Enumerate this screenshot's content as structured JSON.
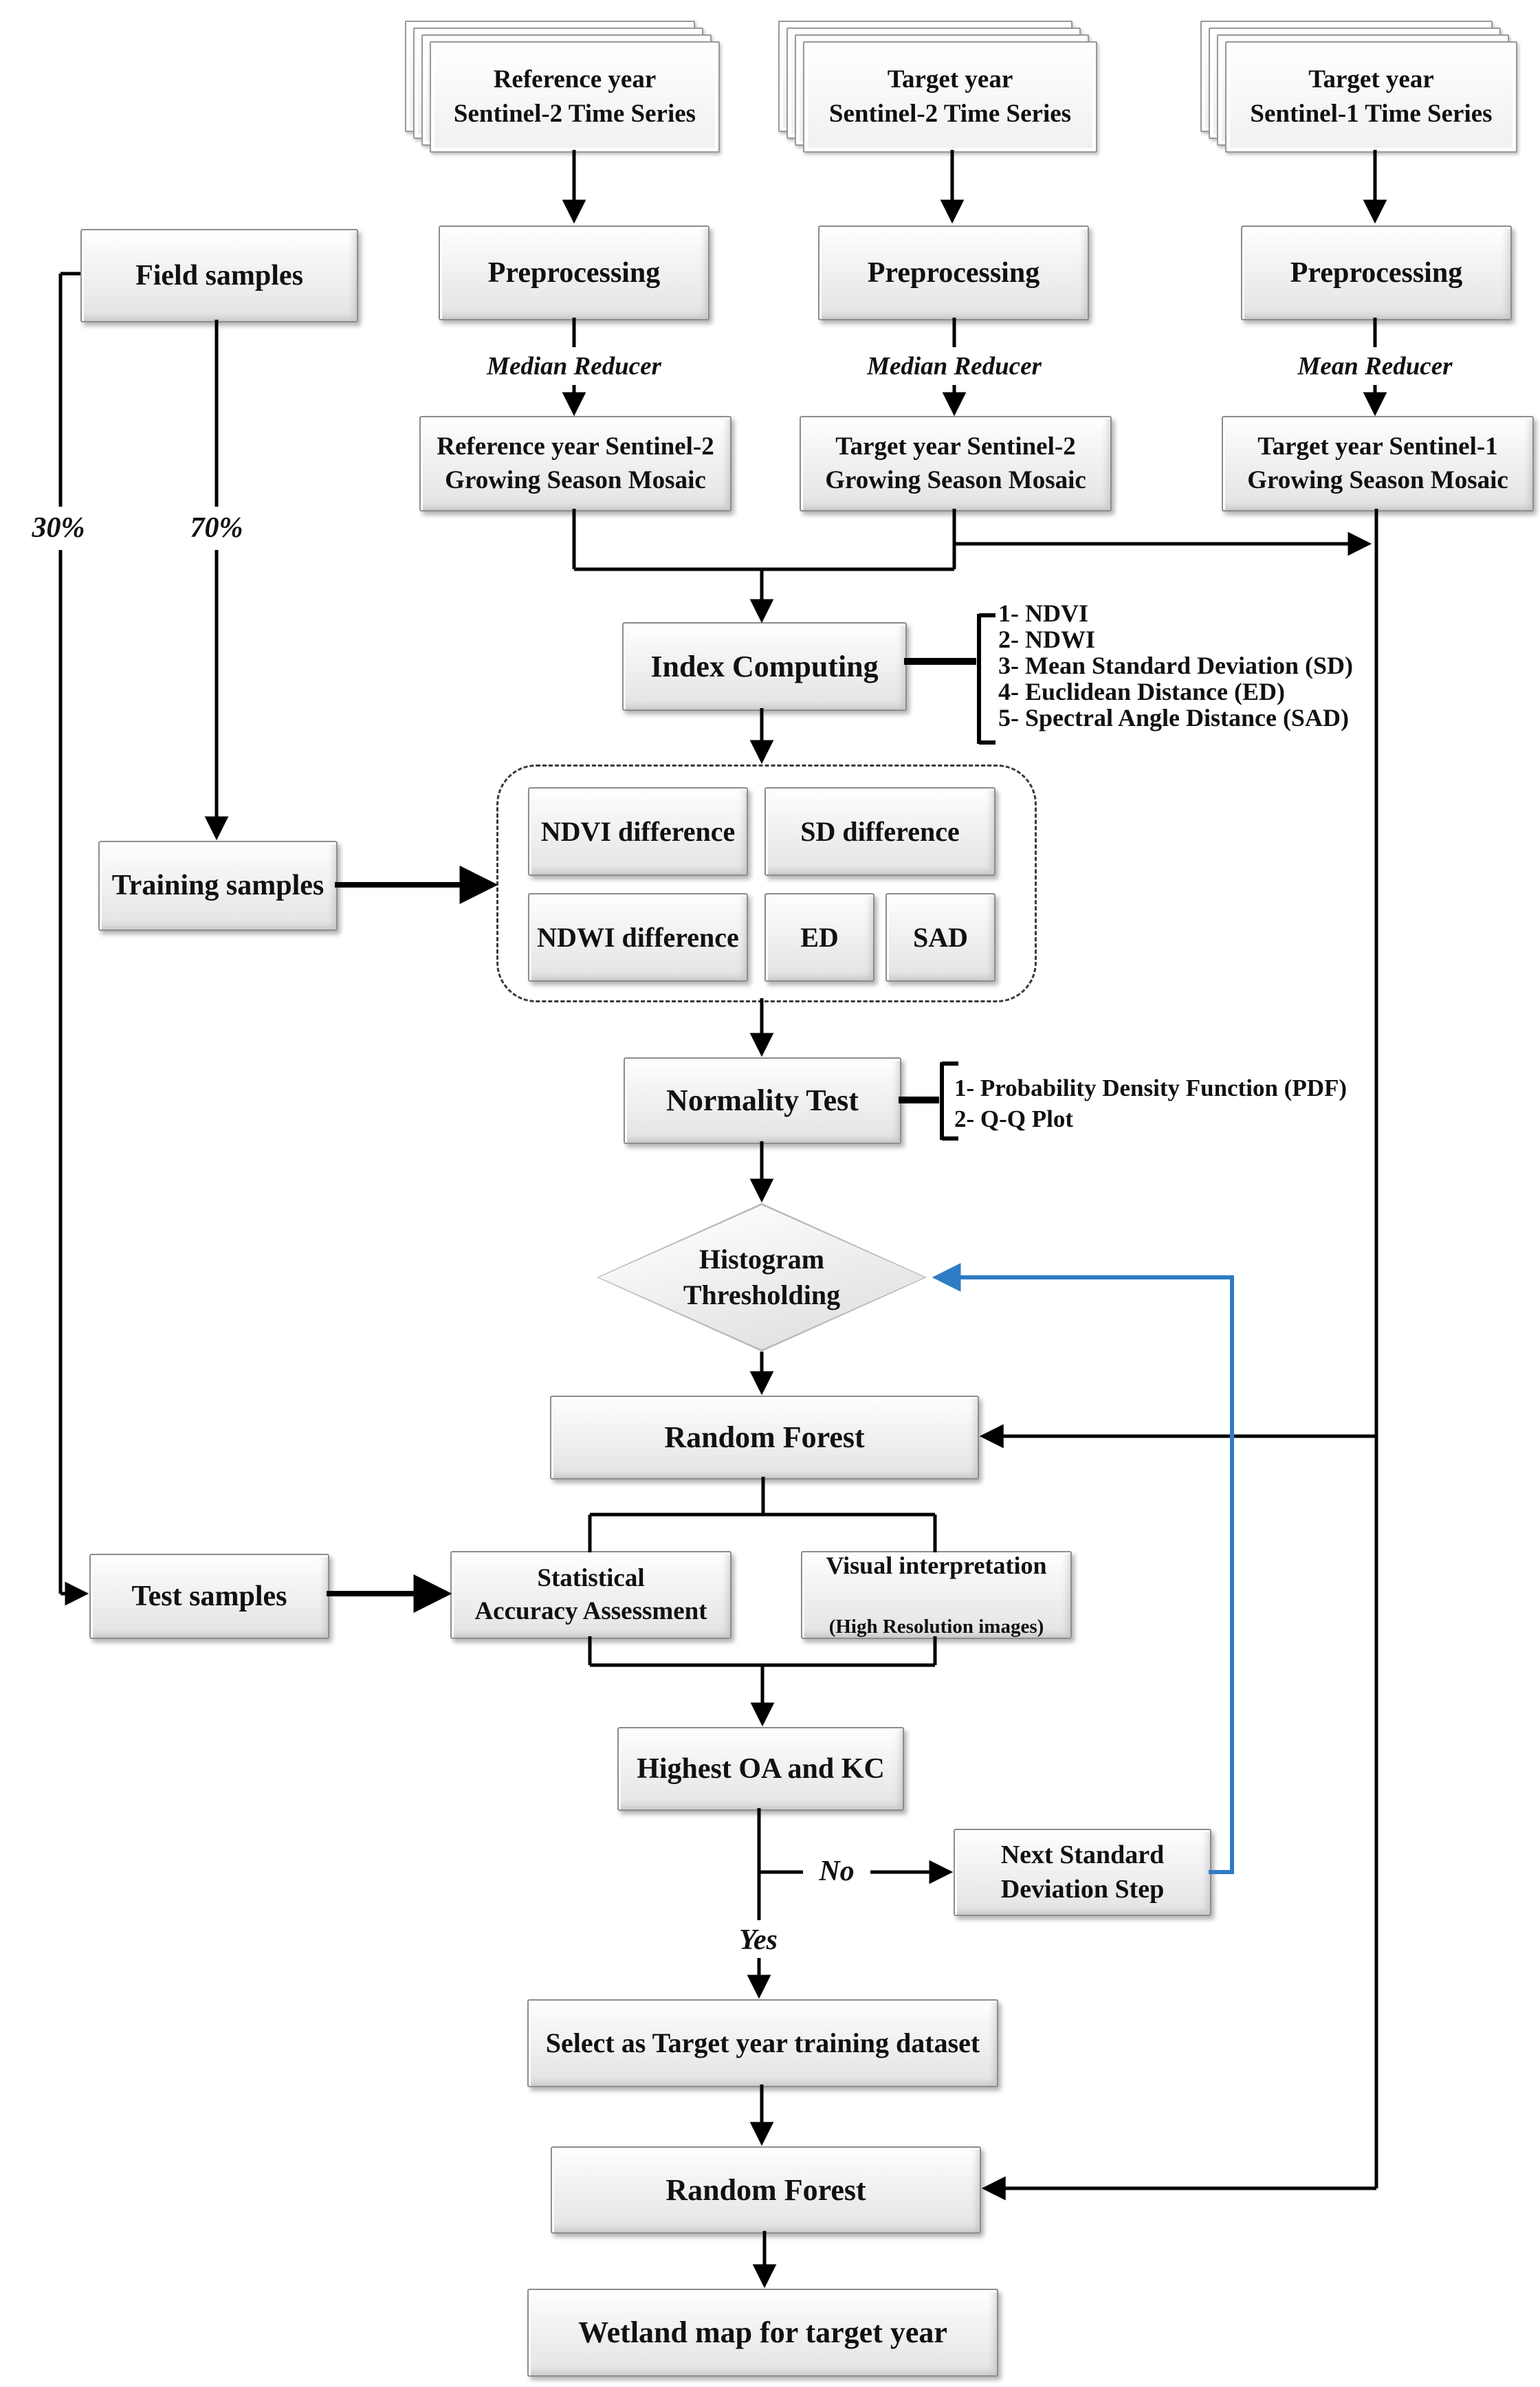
{
  "stacks": [
    {
      "label": "Reference year\nSentinel-2 Time Series"
    },
    {
      "label": "Target year\nSentinel-2 Time Series"
    },
    {
      "label": "Target year\nSentinel-1 Time Series"
    }
  ],
  "preprocessing": [
    "Preprocessing",
    "Preprocessing",
    "Preprocessing"
  ],
  "reducers": [
    "Median Reducer",
    "Median Reducer",
    "Mean Reducer"
  ],
  "mosaics": [
    "Reference year Sentinel-2\nGrowing Season Mosaic",
    "Target year Sentinel-2\nGrowing Season Mosaic",
    "Target year Sentinel-1\nGrowing Season Mosaic"
  ],
  "field_samples": "Field samples",
  "percent_30": "30%",
  "percent_70": "70%",
  "training_samples": "Training samples",
  "index_computing": "Index Computing",
  "index_list": [
    "1- NDVI",
    "2- NDWI",
    "3- Mean Standard Deviation (SD)",
    "4- Euclidean Distance (ED)",
    "5- Spectral Angle Distance (SAD)"
  ],
  "diff_boxes": [
    "NDVI difference",
    "SD difference",
    "NDWI difference",
    "ED",
    "SAD"
  ],
  "normality_test": "Normality Test",
  "normality_list": [
    "1- Probability Density Function (PDF)",
    "2- Q-Q Plot"
  ],
  "decision": "Histogram\nThresholding",
  "random_forest_1": "Random Forest",
  "test_samples": "Test samples",
  "statistical": "Statistical\nAccuracy Assessment",
  "visual_line1": "Visual interpretation",
  "visual_line2": "(High Resolution images)",
  "highest": "Highest OA and KC",
  "no_label": "No",
  "yes_label": "Yes",
  "next_std": "Next Standard\nDeviation Step",
  "select_dataset": "Select as Target year training dataset",
  "random_forest_2": "Random Forest",
  "wetland_map": "Wetland map for target year",
  "colors": {
    "feedback_blue": "#2e7cc3",
    "line_black": "#000000"
  }
}
